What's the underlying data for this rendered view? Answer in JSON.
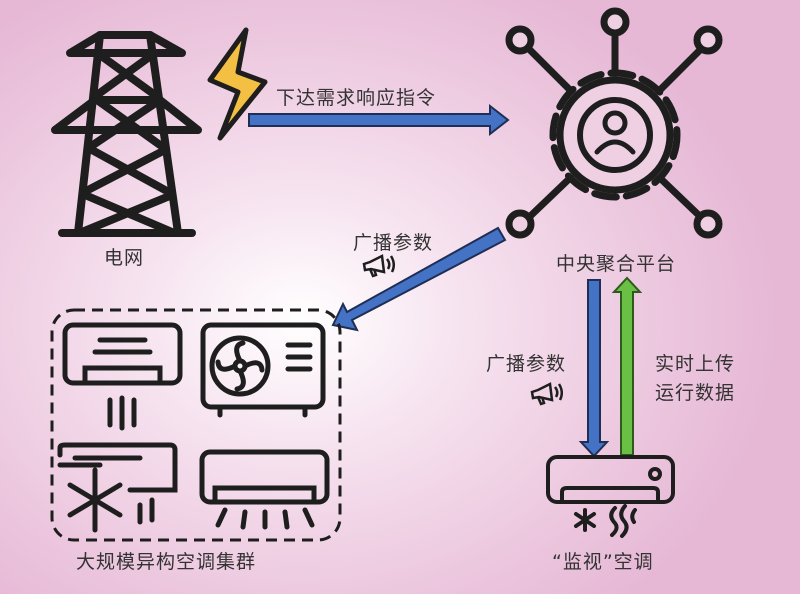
{
  "labels": {
    "grid": "电网",
    "command": "下达需求响应指令",
    "platform": "中央聚合平台",
    "broadcast_left": "广播参数",
    "cluster": "大规模异构空调集群",
    "broadcast_right": "广播参数",
    "upload_line1": "实时上传",
    "upload_line2": "运行数据",
    "monitor_ac": "“监视”空调"
  },
  "colors": {
    "blue_arrow": "#4472c4",
    "green_arrow": "#6abf45",
    "bolt": "#f4c043",
    "stroke": "#222222"
  }
}
